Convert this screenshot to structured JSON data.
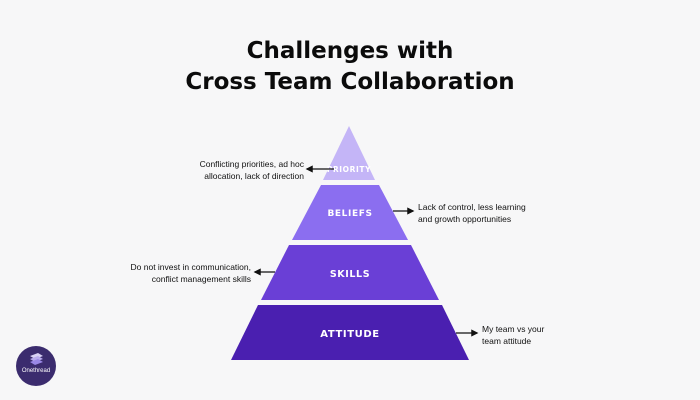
{
  "title": {
    "line1": "Challenges with",
    "line2": "Cross Team Collaboration"
  },
  "pyramid": {
    "levels": [
      {
        "label": "PRIORITY",
        "color": "#c4b5f7",
        "note": [
          "Conflicting priorities, ad hoc",
          "allocation, lack of direction"
        ],
        "note_side": "left"
      },
      {
        "label": "BELIEFS",
        "color": "#8b6ef0",
        "note": [
          "Lack of control, less learning",
          "and growth opportunities"
        ],
        "note_side": "right"
      },
      {
        "label": "SKILLS",
        "color": "#6a3fd6",
        "note": [
          "Do not invest in communication,",
          "conflict management skills"
        ],
        "note_side": "left"
      },
      {
        "label": "ATTITUDE",
        "color": "#4a1fb0",
        "note": [
          "My team vs your",
          "team attitude"
        ],
        "note_side": "right"
      }
    ]
  },
  "logo": {
    "text": "Onethread",
    "icon": "stacked-layers-icon"
  },
  "colors": {
    "title": "#0b0b0b",
    "arrow": "#111111",
    "logo_bg": "#3b2c6e"
  }
}
